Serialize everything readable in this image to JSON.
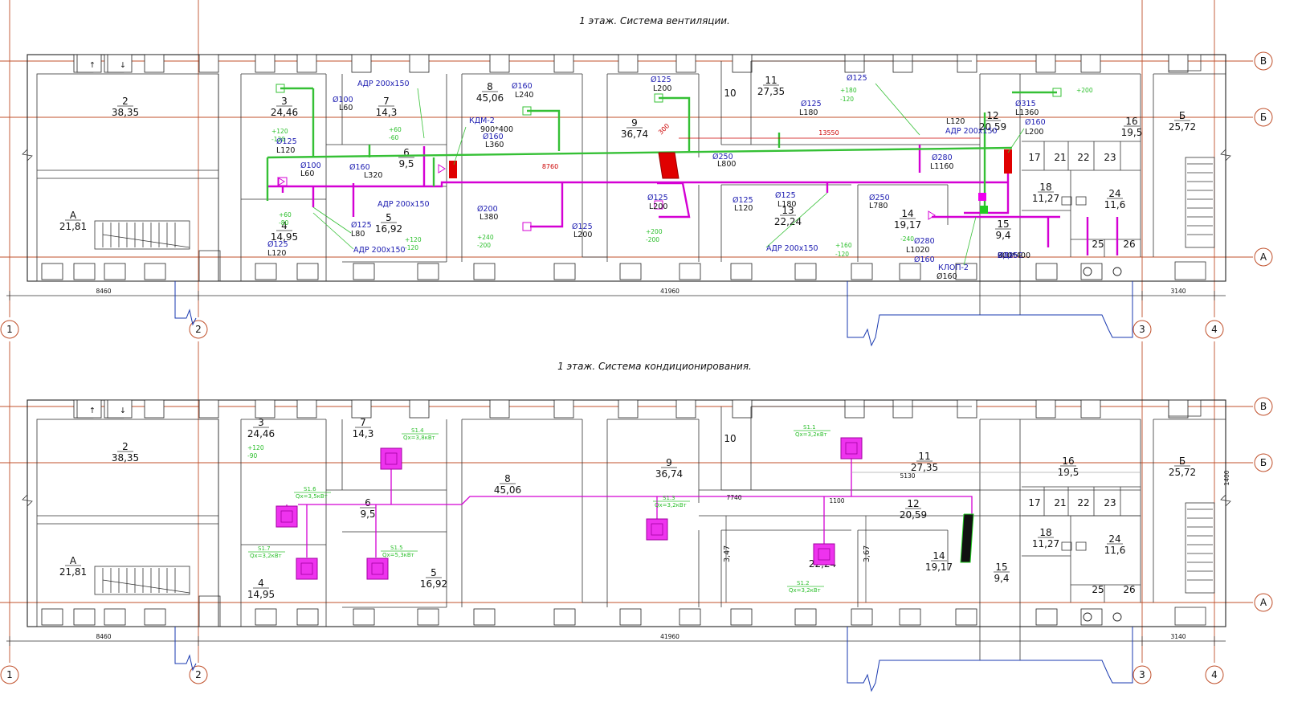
{
  "plans": [
    {
      "title": "1 этаж. Система вентиляции.",
      "rooms": [
        {
          "num": "2",
          "area": "38,35"
        },
        {
          "num": "3",
          "area": "24,46"
        },
        {
          "num": "7",
          "area": "14,3"
        },
        {
          "num": "6",
          "area": "9,5"
        },
        {
          "num": "4",
          "area": "14,95"
        },
        {
          "num": "5",
          "area": "16,92"
        },
        {
          "num": "8",
          "area": "45,06"
        },
        {
          "num": "9",
          "area": "36,74"
        },
        {
          "num": "10",
          "area": ""
        },
        {
          "num": "11",
          "area": "27,35"
        },
        {
          "num": "13",
          "area": "22,24"
        },
        {
          "num": "14",
          "area": "19,17"
        },
        {
          "num": "12",
          "area": "20,59"
        },
        {
          "num": "15",
          "area": "9,4"
        },
        {
          "num": "16",
          "area": "19,5"
        },
        {
          "num": "Б",
          "area": "25,72"
        },
        {
          "num": "А",
          "area": "21,81"
        },
        {
          "num": "17",
          "area": ""
        },
        {
          "num": "21",
          "area": ""
        },
        {
          "num": "22",
          "area": ""
        },
        {
          "num": "23",
          "area": ""
        },
        {
          "num": "18",
          "area": "11,27"
        },
        {
          "num": "24",
          "area": "11,6"
        },
        {
          "num": "25",
          "area": ""
        },
        {
          "num": "26",
          "area": ""
        }
      ],
      "annotations": [
        {
          "t": "АДР 200х150",
          "c": "blue"
        },
        {
          "t": "Ø100",
          "c": "blue"
        },
        {
          "t": "L60",
          "c": "blk"
        },
        {
          "t": "Ø125",
          "c": "blue"
        },
        {
          "t": "L120",
          "c": "blk"
        },
        {
          "t": "Ø100",
          "c": "blue"
        },
        {
          "t": "L60",
          "c": "blk"
        },
        {
          "t": "Ø160",
          "c": "blue"
        },
        {
          "t": "L320",
          "c": "blk"
        },
        {
          "t": "АДР 200х150",
          "c": "blue"
        },
        {
          "t": "Ø125",
          "c": "blue"
        },
        {
          "t": "L80",
          "c": "blk"
        },
        {
          "t": "АДР 200х150",
          "c": "blue"
        },
        {
          "t": "Ø125",
          "c": "blue"
        },
        {
          "t": "L120",
          "c": "blk"
        },
        {
          "t": "Ø160",
          "c": "blue"
        },
        {
          "t": "L240",
          "c": "blk"
        },
        {
          "t": "КДМ-2",
          "c": "blue"
        },
        {
          "t": "900*400",
          "c": "blk"
        },
        {
          "t": "Ø160",
          "c": "blue"
        },
        {
          "t": "L360",
          "c": "blk"
        },
        {
          "t": "Ø200",
          "c": "blue"
        },
        {
          "t": "L380",
          "c": "blk"
        },
        {
          "t": "Ø125",
          "c": "blue"
        },
        {
          "t": "L200",
          "c": "blk"
        },
        {
          "t": "Ø125",
          "c": "blue"
        },
        {
          "t": "L200",
          "c": "blk"
        },
        {
          "t": "Ø250",
          "c": "blue"
        },
        {
          "t": "L800",
          "c": "blk"
        },
        {
          "t": "Ø125",
          "c": "blue"
        },
        {
          "t": "L200",
          "c": "blk"
        },
        {
          "t": "АДР 200х150",
          "c": "blue"
        },
        {
          "t": "Ø125",
          "c": "blue"
        },
        {
          "t": "L180",
          "c": "blk"
        },
        {
          "t": "Ø125",
          "c": "blue"
        },
        {
          "t": "L120",
          "c": "blk"
        },
        {
          "t": "Ø125",
          "c": "blue"
        },
        {
          "t": "L180",
          "c": "blk"
        },
        {
          "t": "Ø250",
          "c": "blue"
        },
        {
          "t": "L780",
          "c": "blk"
        },
        {
          "t": "Ø125",
          "c": "blue"
        },
        {
          "t": "L120",
          "c": "blk"
        },
        {
          "t": "АДР 200х150",
          "c": "blue"
        },
        {
          "t": "Ø280",
          "c": "blue"
        },
        {
          "t": "L1160",
          "c": "blk"
        },
        {
          "t": "Ø280",
          "c": "blue"
        },
        {
          "t": "L1020",
          "c": "blk"
        },
        {
          "t": "Ø160",
          "c": "blue"
        },
        {
          "t": "КЛОП-2",
          "c": "blue"
        },
        {
          "t": "Ø160",
          "c": "blk"
        },
        {
          "t": "Ø315",
          "c": "blue"
        },
        {
          "t": "L1360",
          "c": "blk"
        },
        {
          "t": "Ø160",
          "c": "blue"
        },
        {
          "t": "L200",
          "c": "blk"
        },
        {
          "t": "КДМ-2",
          "c": "blue"
        },
        {
          "t": "900*400",
          "c": "blk"
        },
        {
          "t": "Ø125",
          "c": "blue"
        }
      ],
      "flows": [
        "+120",
        "-120",
        "+60",
        "-60",
        "+60",
        "-80",
        "+120",
        "-120",
        "+240",
        "-200",
        "+200",
        "-200",
        "+180",
        "-120",
        "+160",
        "-120",
        "-240",
        "+200"
      ],
      "red": [
        "8760",
        "13550",
        "300"
      ]
    },
    {
      "title": "1 этаж. Система кондиционирования.",
      "rooms": [
        {
          "num": "2",
          "area": "38,35"
        },
        {
          "num": "3",
          "area": "24,46"
        },
        {
          "num": "7",
          "area": "14,3"
        },
        {
          "num": "6",
          "area": "9,5"
        },
        {
          "num": "4",
          "area": "14,95"
        },
        {
          "num": "5",
          "area": "16,92"
        },
        {
          "num": "8",
          "area": "45,06"
        },
        {
          "num": "9",
          "area": "36,74"
        },
        {
          "num": "10",
          "area": ""
        },
        {
          "num": "11",
          "area": "27,35"
        },
        {
          "num": "12",
          "area": "20,59"
        },
        {
          "num": "13",
          "area": "22,24"
        },
        {
          "num": "14",
          "area": "19,17"
        },
        {
          "num": "15",
          "area": "9,4"
        },
        {
          "num": "16",
          "area": "19,5"
        },
        {
          "num": "Б",
          "area": "25,72"
        },
        {
          "num": "А",
          "area": "21,81"
        },
        {
          "num": "17",
          "area": ""
        },
        {
          "num": "21",
          "area": ""
        },
        {
          "num": "22",
          "area": ""
        },
        {
          "num": "23",
          "area": ""
        },
        {
          "num": "18",
          "area": "11,27"
        },
        {
          "num": "24",
          "area": "11,6"
        },
        {
          "num": "25",
          "area": ""
        },
        {
          "num": "26",
          "area": ""
        }
      ],
      "units": [
        {
          "id": "S1.4",
          "q": "Qх=3,8кВт"
        },
        {
          "id": "S1.6",
          "q": "Qх=3,5кВт"
        },
        {
          "id": "S1.7",
          "q": "Qх=3,2кВт"
        },
        {
          "id": "S1.5",
          "q": "Qх=5,3кВт"
        },
        {
          "id": "S1.3",
          "q": "Qх=3,2кВт"
        },
        {
          "id": "S1.1",
          "q": "Qх=3,2кВт"
        },
        {
          "id": "S1.2",
          "q": "Qх=3,2кВт"
        }
      ],
      "flows": [
        "+120",
        "-90"
      ],
      "dims": [
        "3,47",
        "3,67"
      ],
      "gray": [
        "5130",
        "7740",
        "1100",
        "1400"
      ]
    }
  ],
  "axes": {
    "numbers": [
      "1",
      "2",
      "3",
      "4"
    ],
    "letters": [
      "В",
      "Б",
      "А"
    ]
  },
  "dimensions": [
    "8460",
    "41960",
    "3140"
  ]
}
